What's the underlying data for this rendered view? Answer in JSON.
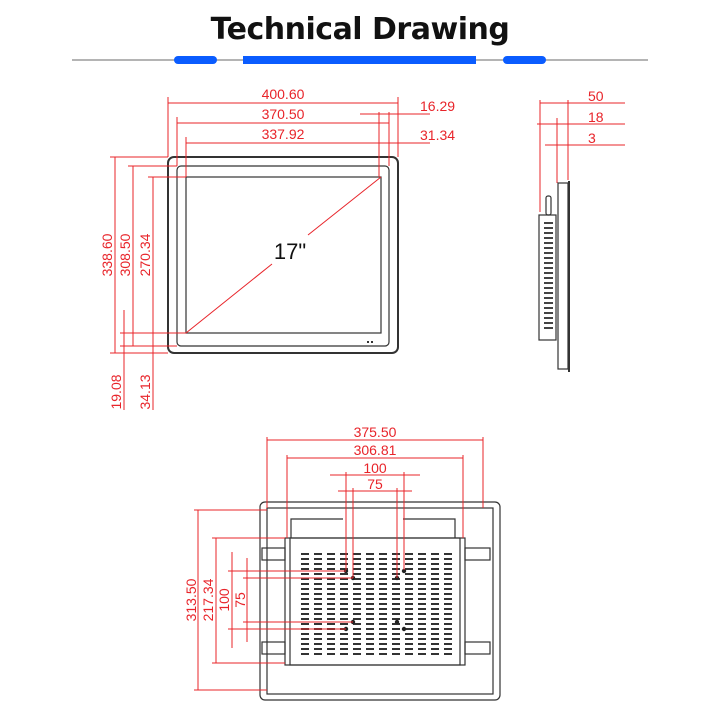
{
  "title": "Technical Drawing",
  "accent_color": "#0a5cff",
  "dimension_color": "#e8242a",
  "front_view": {
    "screen_size": "17\"",
    "width_outer": "400.60",
    "width_bezel": "370.50",
    "width_active": "337.92",
    "offset_a": "16.29",
    "offset_b": "31.34",
    "height_outer": "338.60",
    "height_bezel": "308.50",
    "height_active": "270.34",
    "offset_bottom_a": "19.08",
    "offset_bottom_b": "34.13"
  },
  "side_view": {
    "depth_total": "50",
    "depth_panel": "18",
    "depth_front": "3"
  },
  "back_view": {
    "width_outer": "375.50",
    "width_body": "306.81",
    "vesa_100_h": "100",
    "vesa_75_h": "75",
    "height_outer": "313.50",
    "height_body": "217.34",
    "vesa_100_v": "100",
    "vesa_75_v": "75"
  }
}
